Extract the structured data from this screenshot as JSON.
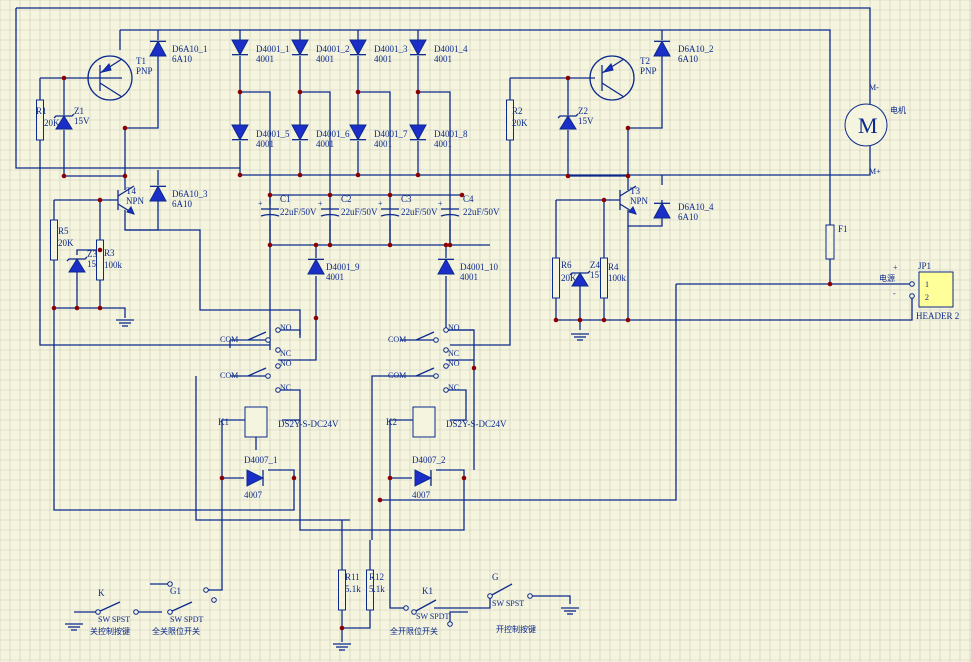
{
  "colors": {
    "background": "#f4f4df",
    "grid": "#c9c9b7",
    "wire": "#0c2a8c",
    "body": "#1b2fc8",
    "junction": "#8b0000"
  },
  "transistors": [
    {
      "ref": "T1",
      "type": "PNP"
    },
    {
      "ref": "T2",
      "type": "PNP"
    },
    {
      "ref": "T3",
      "type": "NPN"
    },
    {
      "ref": "T4",
      "type": "NPN"
    }
  ],
  "diodes": [
    {
      "ref": "D6A10_1",
      "value": "6A10"
    },
    {
      "ref": "D6A10_2",
      "value": "6A10"
    },
    {
      "ref": "D6A10_3",
      "value": "6A10"
    },
    {
      "ref": "D6A10_4",
      "value": "6A10"
    },
    {
      "ref": "D4001_1",
      "value": "4001"
    },
    {
      "ref": "D4001_2",
      "value": "4001"
    },
    {
      "ref": "D4001_3",
      "value": "4001"
    },
    {
      "ref": "D4001_4",
      "value": "4001"
    },
    {
      "ref": "D4001_5",
      "value": "4001"
    },
    {
      "ref": "D4001_6",
      "value": "4001"
    },
    {
      "ref": "D4001_7",
      "value": "4001"
    },
    {
      "ref": "D4001_8",
      "value": "4001"
    },
    {
      "ref": "D4001_9",
      "value": "4001"
    },
    {
      "ref": "D4001_10",
      "value": "4001"
    },
    {
      "ref": "D4007_1",
      "value": "4007"
    },
    {
      "ref": "D4007_2",
      "value": "4007"
    }
  ],
  "zeners": [
    {
      "ref": "Z1",
      "value": "15V"
    },
    {
      "ref": "Z2",
      "value": "15V"
    },
    {
      "ref": "Z3",
      "value": "15V"
    },
    {
      "ref": "Z4",
      "value": "15V"
    }
  ],
  "resistors": [
    {
      "ref": "R1",
      "value": "20K"
    },
    {
      "ref": "R2",
      "value": "20K"
    },
    {
      "ref": "R3",
      "value": "100k"
    },
    {
      "ref": "R4",
      "value": "100k"
    },
    {
      "ref": "R5",
      "value": "20K"
    },
    {
      "ref": "R6",
      "value": "20K"
    },
    {
      "ref": "R11",
      "value": "5.1k"
    },
    {
      "ref": "R12",
      "value": "5.1k"
    }
  ],
  "capacitors": [
    {
      "ref": "C1",
      "value": "22uF/50V"
    },
    {
      "ref": "C2",
      "value": "22uF/50V"
    },
    {
      "ref": "C3",
      "value": "22uF/50V"
    },
    {
      "ref": "C4",
      "value": "22uF/50V"
    }
  ],
  "relays": [
    {
      "ref": "K1",
      "part": "DS2Y-S-DC24V"
    },
    {
      "ref": "K2",
      "part": "DS2Y-S-DC24V"
    }
  ],
  "relay_pins": {
    "com": "COM",
    "no": "NO",
    "nc": "NC"
  },
  "motor": {
    "symbol": "M",
    "name": "电机",
    "minus": "M-",
    "plus": "M+"
  },
  "fuse": {
    "ref": "F1"
  },
  "connector": {
    "ref": "JP1",
    "part": "HEADER 2",
    "pin1": "1",
    "pin2": "2",
    "plus": "+",
    "minus": "-",
    "label": "电源"
  },
  "switches": [
    {
      "ref": "K",
      "type": "SW SPST",
      "caption": "关控制按键"
    },
    {
      "ref": "G1",
      "type": "SW SPDT",
      "caption": "全关限位开关"
    },
    {
      "ref": "K1",
      "type": "SW SPDT",
      "caption": "全开限位开关"
    },
    {
      "ref": "G",
      "type": "SW SPST",
      "caption": "开控制按键"
    }
  ]
}
